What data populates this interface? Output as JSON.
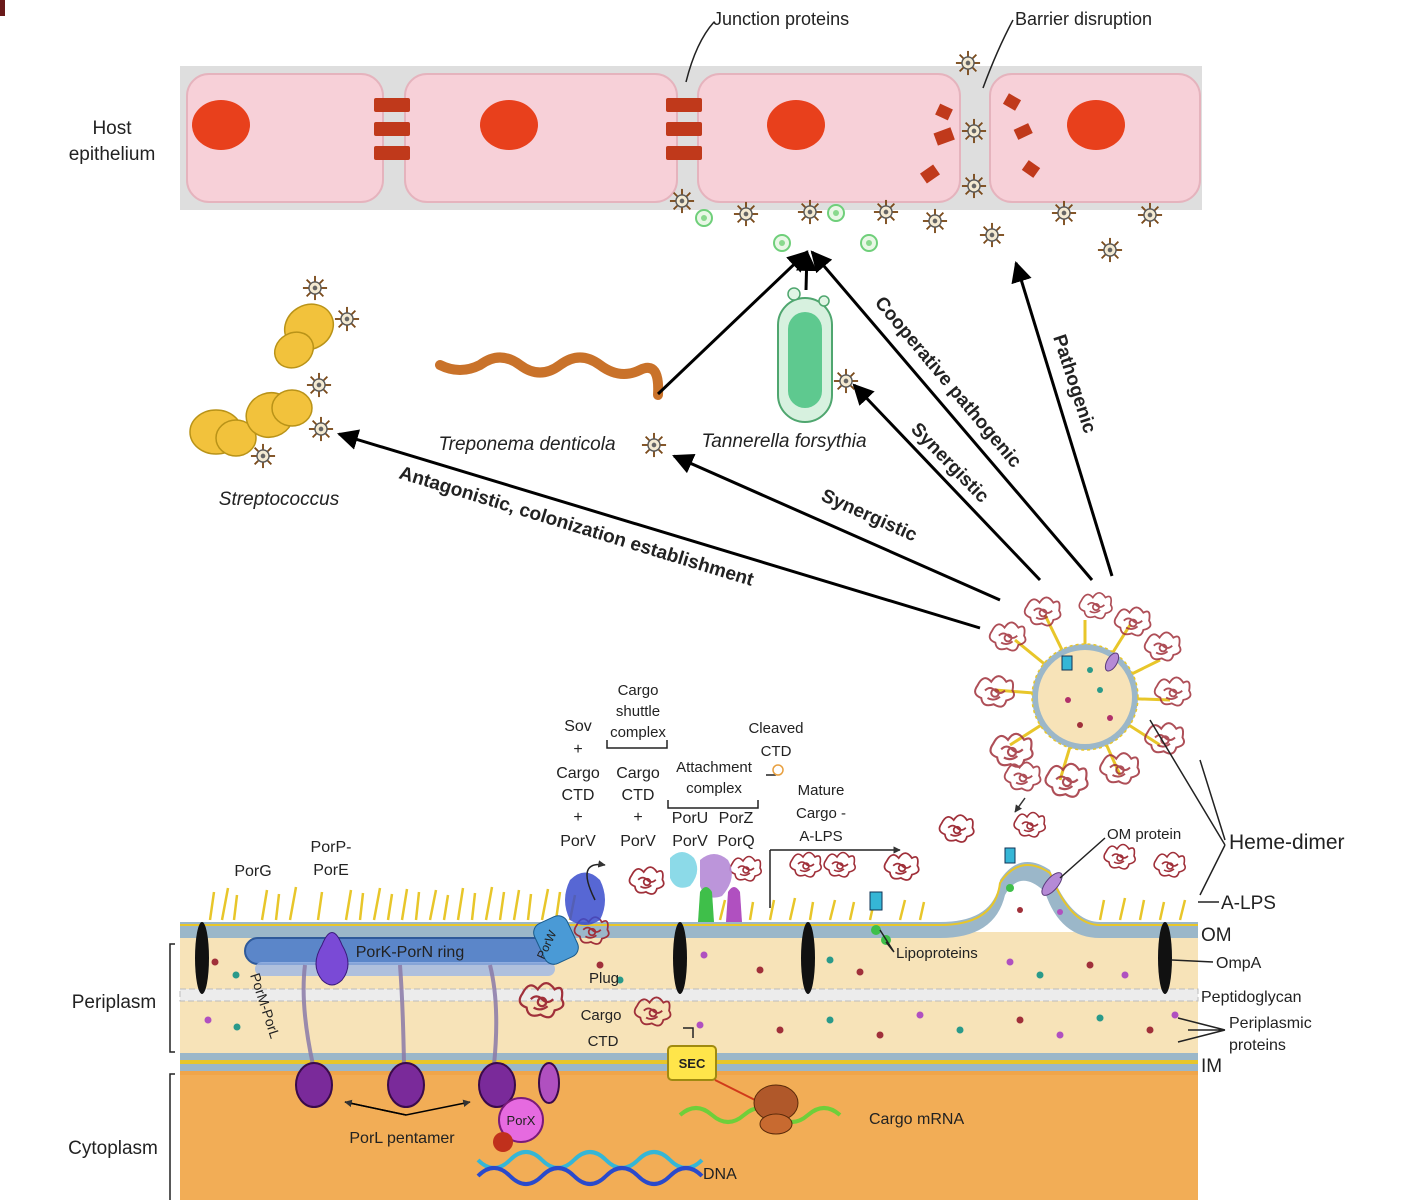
{
  "host": {
    "epithelium_label_line1": "Host",
    "epithelium_label_line2": "epithelium",
    "junction_label": "Junction proteins",
    "barrier_label": "Barrier disruption"
  },
  "organisms": {
    "streptococcus": "Streptococcus",
    "treponema": "Treponema denticola",
    "tannerella": "Tannerella forsythia"
  },
  "interactions": {
    "antagonistic": "Antagonistic, colonization establishment",
    "synergistic_treponema": "Synergistic",
    "synergistic_tannerella": "Synergistic",
    "cooperative": "Cooperative pathogenic",
    "pathogenic": "Pathogenic"
  },
  "compartments": {
    "periplasm": "Periplasm",
    "cytoplasm": "Cytoplasm"
  },
  "right_labels": {
    "heme_dimer": "Heme-dimer",
    "a_lps": "A-LPS",
    "om": "OM",
    "ompa": "OmpA",
    "peptidoglycan": "Peptidoglycan",
    "periplasmic_line1": "Periplasmic",
    "periplasmic_line2": "proteins",
    "im": "IM",
    "om_protein": "OM protein",
    "lipoproteins": "Lipoproteins"
  },
  "t9ss": {
    "porg": "PorG",
    "porp_line1": "PorP-",
    "porp_line2": "PorE",
    "ring": "PorK-PorN ring",
    "porw": "PorW",
    "porm": "PorM-PorL",
    "plug": "Plug",
    "cargo": "Cargo",
    "ctd": "CTD",
    "sec": "SEC",
    "porl_pentamer": "PorL pentamer",
    "porx": "PorX",
    "dna": "DNA",
    "cargo_mrna": "Cargo mRNA",
    "sov": "Sov",
    "plus": "+",
    "cargo_a": "Cargo",
    "ctd_a": "CTD",
    "porv_a": "PorV",
    "shuttle_line1": "Cargo",
    "shuttle_line2": "shuttle",
    "shuttle_line3": "complex",
    "cargo_b": "Cargo",
    "ctd_b": "CTD",
    "porv_b": "PorV",
    "attach_line1": "Attachment",
    "attach_line2": "complex",
    "poru": "PorU",
    "porz": "PorZ",
    "porv_c": "PorV",
    "porq": "PorQ",
    "cleaved_line1": "Cleaved",
    "cleaved_line2": "CTD",
    "mature_line1": "Mature",
    "mature_line2": "Cargo -",
    "mature_line3": "A-LPS"
  },
  "colors": {
    "cell_fill": "#f7d0d8",
    "nucleus": "#e8401c",
    "junction": "#c0391b",
    "periplasm": "#f7e3b8",
    "cytoplasm": "#f0a54a",
    "membrane": "#9bb7c9",
    "alps": "#e8c62a",
    "porl": "#7a2a9a",
    "ring": "#5b86c9",
    "streptococcus": "#f2c23c",
    "treponema": "#c9722a",
    "tannerella": "#5ec98f",
    "cargo_red": "#a0303a",
    "ctd_orange": "#e8a040",
    "porv_green": "#3fbf4a",
    "sov_blue": "#3a4ccc",
    "poru_cyan": "#35b6d6",
    "porz_purple": "#9a3ad6",
    "porq_magenta": "#d63ac0"
  }
}
